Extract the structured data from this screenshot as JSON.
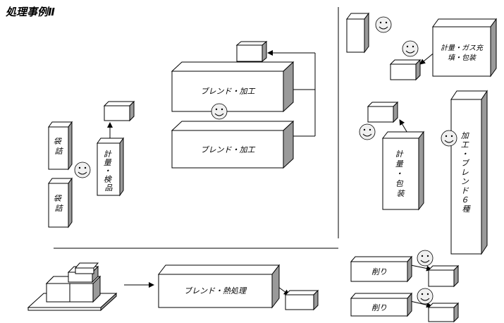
{
  "title": "処理事例Ⅱ",
  "labels": {
    "blend_process_1": "ブレンド・加工",
    "blend_process_2": "ブレンド・加工",
    "bag_fill_1": "袋詰",
    "bag_fill_2": "袋詰",
    "weigh_inspect": "計量・検品",
    "gas_fill_pack_line1": "計量・ガス充",
    "gas_fill_pack_line2": "填・包装",
    "weigh_pack": "計量・包装",
    "process_blend_6": "加工・ブレンド６種",
    "blend_heat": "ブレンド・熱処理",
    "shave_1": "削り",
    "shave_2": "削り"
  },
  "colors": {
    "line": "#000000",
    "box_side_shade": "#9a9a9a",
    "worker_face": "#f0f0f0"
  }
}
